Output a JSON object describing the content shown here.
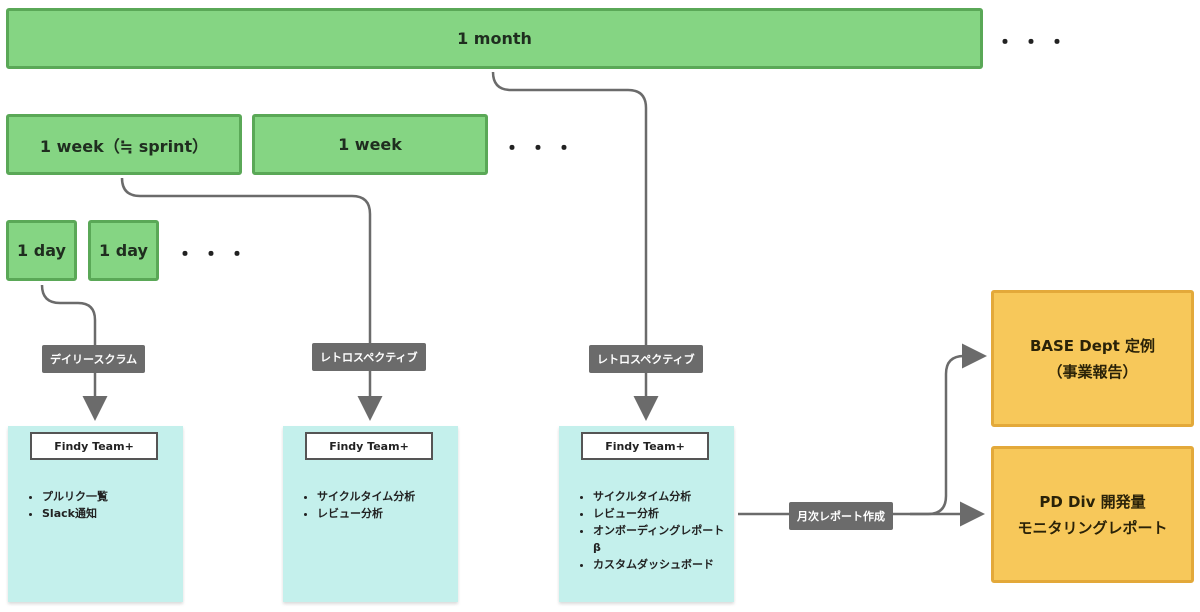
{
  "timeline": {
    "month": "1 month",
    "week_sprint": "1 week（≒ sprint）",
    "week": "1 week",
    "day1": "1 day",
    "day2": "1 day",
    "ellipsis": "・・・"
  },
  "tags": {
    "daily_scrum": "デイリースクラム",
    "retro_week": "レトロスペクティブ",
    "retro_month": "レトロスペクティブ",
    "monthly_report": "月次レポート作成"
  },
  "cards": [
    {
      "title": "Findy Team+",
      "items": [
        "プルリク一覧",
        "Slack通知"
      ]
    },
    {
      "title": "Findy Team+",
      "items": [
        "サイクルタイム分析",
        "レビュー分析"
      ]
    },
    {
      "title": "Findy Team+",
      "items": [
        "サイクルタイム分析",
        "レビュー分析",
        "オンボーディングレポート β",
        "カスタムダッシュボード"
      ]
    }
  ],
  "outputs": {
    "base_line1": "BASE Dept 定例",
    "base_line2": "（事業報告）",
    "pd_line1": "PD Div 開発量",
    "pd_line2": "モニタリングレポート"
  },
  "colors": {
    "green": "#85d583",
    "cyan": "#c4f0ec",
    "orange": "#f7c85a",
    "tag": "#6b6b6b"
  }
}
